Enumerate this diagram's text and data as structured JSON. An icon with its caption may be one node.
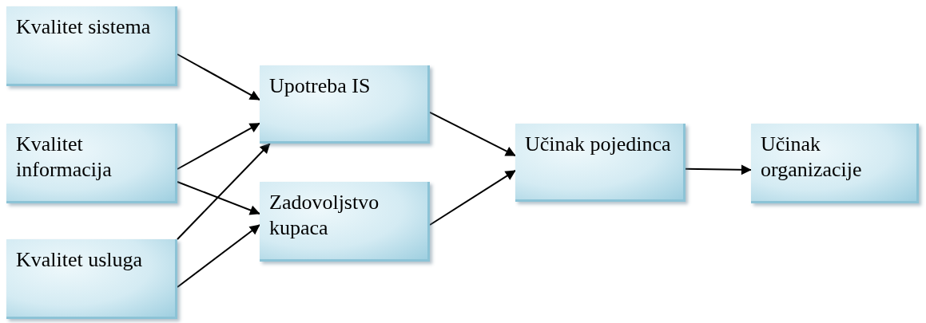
{
  "diagram": {
    "nodes": [
      {
        "text": [
          "Kvalitet sistema"
        ]
      },
      {
        "text": [
          "Kvalitet informacija"
        ]
      },
      {
        "text": [
          "Kvalitet usluga"
        ]
      },
      {
        "text": [
          "Upotreba IS"
        ]
      },
      {
        "text": [
          "Zadovoljstvo kupaca"
        ]
      },
      {
        "text": [
          "Učinak pojedinca"
        ]
      },
      {
        "text": [
          "Učinak organizacije"
        ]
      }
    ],
    "edges": [
      {
        "from": 0,
        "to": 3,
        "arrow": "to"
      },
      {
        "from": 1,
        "to": 3,
        "arrow": "to"
      },
      {
        "from": 2,
        "to": 3,
        "arrow": "to"
      },
      {
        "from": 1,
        "to": 4,
        "arrow": "to"
      },
      {
        "from": 2,
        "to": 4,
        "arrow": "to"
      },
      {
        "from": 3,
        "to": 5,
        "arrow": "to"
      },
      {
        "from": 4,
        "to": 5,
        "arrow": "to"
      },
      {
        "from": 5,
        "to": 6,
        "arrow": "to"
      }
    ]
  }
}
